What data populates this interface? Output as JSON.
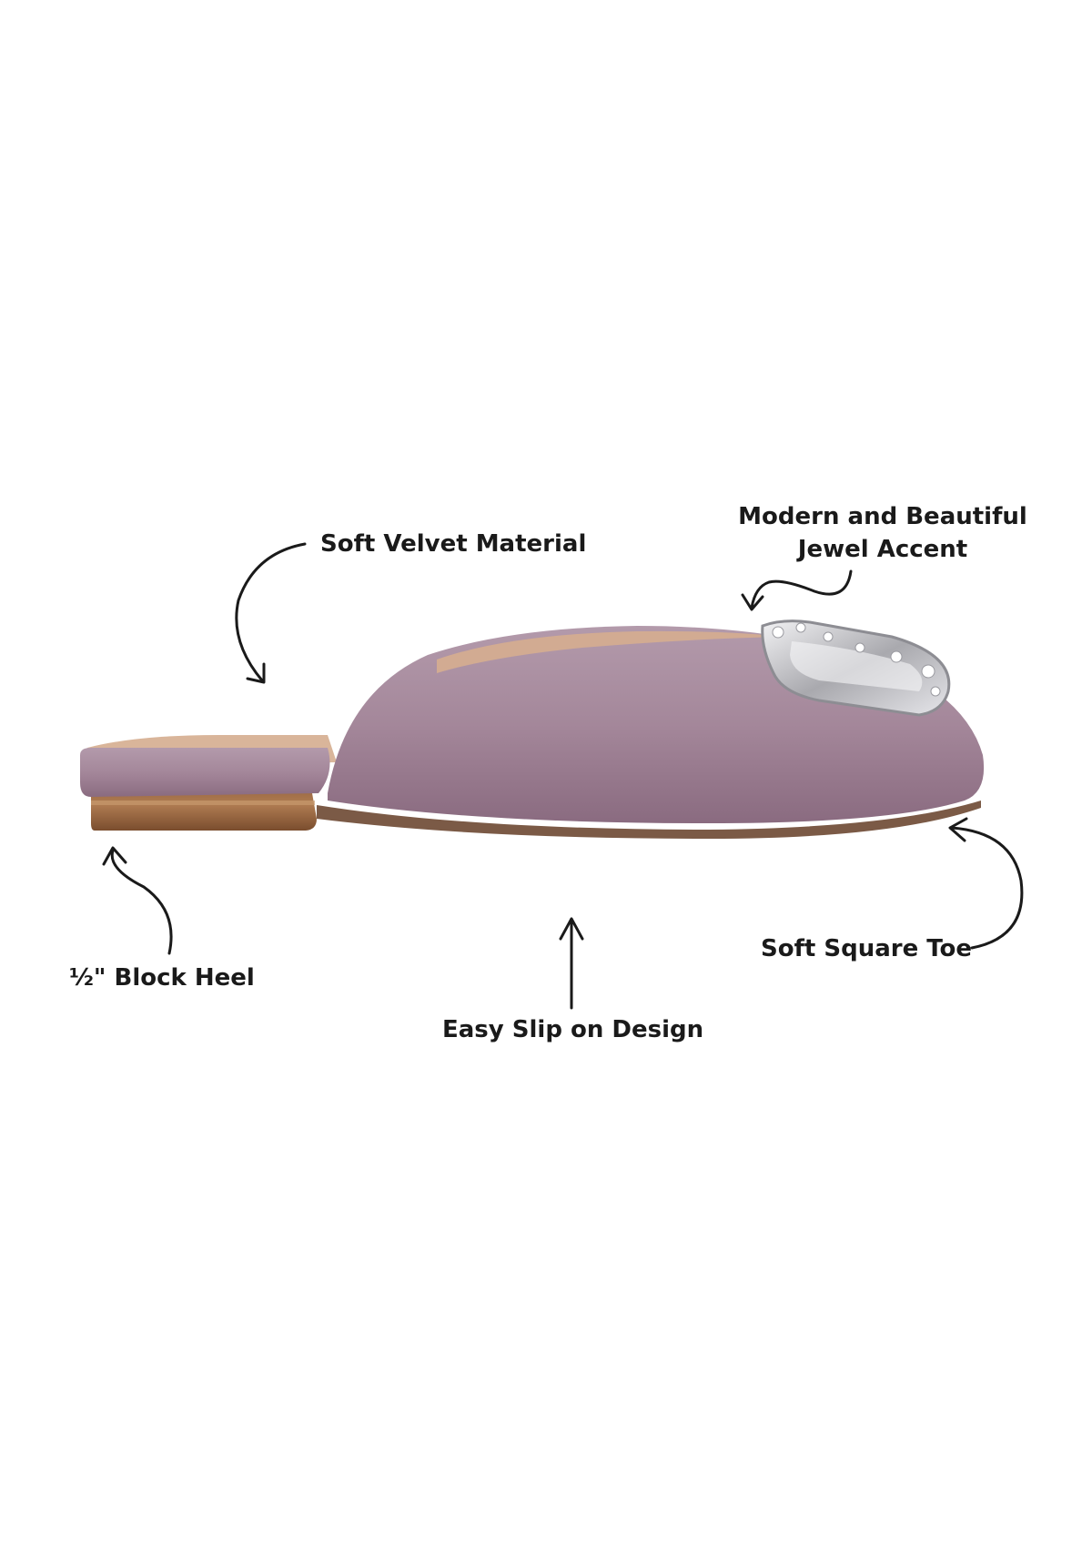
{
  "annotations": {
    "velvet": "Soft Velvet Material",
    "jewel_line1": "Modern and Beautiful",
    "jewel_line2": "Jewel Accent",
    "heel": "½\" Block Heel",
    "slip": "Easy Slip on Design",
    "toe": "Soft Square Toe"
  },
  "colors": {
    "velvet": "#a4879a",
    "velvet_dark": "#8a6b80",
    "heel_wood": "#9a6a45",
    "insole": "#d9b59a",
    "jewel": "#c8c8cc",
    "text": "#1a1a1a"
  },
  "icons": [
    "curved-arrow-icon",
    "straight-arrow-icon",
    "wavy-arrow-icon"
  ]
}
